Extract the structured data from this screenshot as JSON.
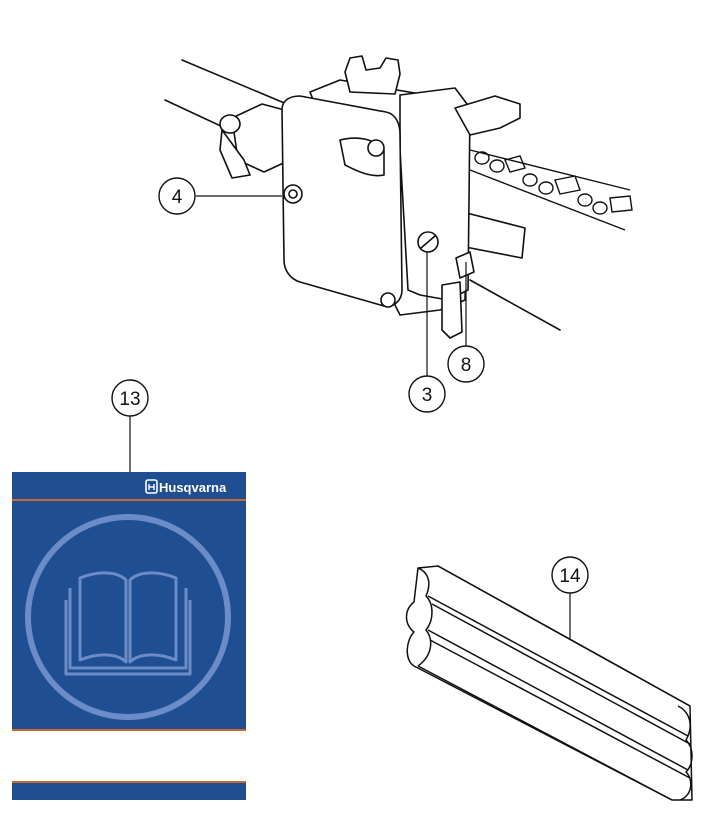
{
  "callouts": [
    {
      "id": "callout-4",
      "label": "4"
    },
    {
      "id": "callout-3",
      "label": "3"
    },
    {
      "id": "callout-8",
      "label": "8"
    },
    {
      "id": "callout-13",
      "label": "13"
    },
    {
      "id": "callout-14",
      "label": "14"
    }
  ],
  "manual": {
    "brand": "Husqvarna",
    "brand_icon": "husqvarna-crown-logo",
    "cover_icon": "open-book-icon",
    "colors": {
      "cover_blue": "#1f4e92",
      "accent_orange": "#c8692e",
      "circle": "#6b8cc7"
    }
  },
  "parts": {
    "gear_head": "pole-saw-gear-head",
    "chain": "saw-chain",
    "bar_cover": "chain-bar-guard"
  }
}
